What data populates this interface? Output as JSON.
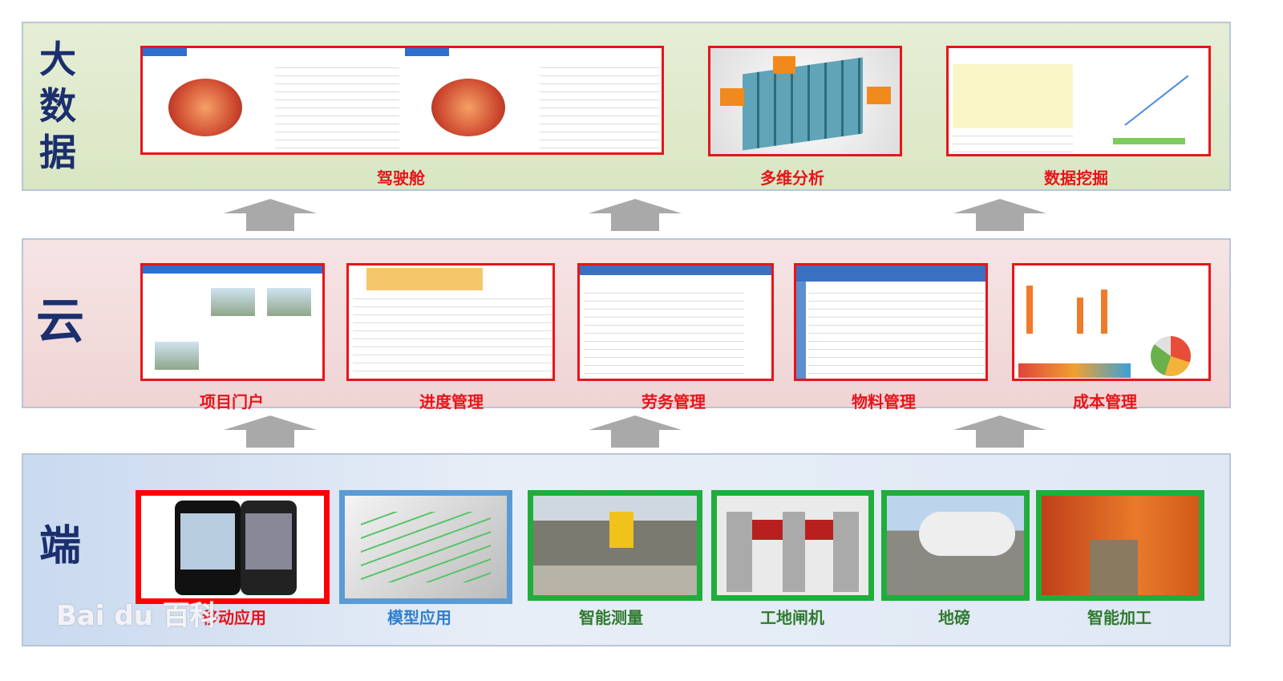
{
  "layers": [
    {
      "title": "大数据",
      "items": [
        "驾驶舱",
        "多维分析",
        "数据挖掘"
      ]
    },
    {
      "title": "云",
      "items": [
        "项目门户",
        "进度管理",
        "劳务管理",
        "物料管理",
        "成本管理"
      ]
    },
    {
      "title": "端",
      "items": [
        "移动应用",
        "模型应用",
        "智能测量",
        "工地闸机",
        "地磅",
        "智能加工"
      ]
    }
  ],
  "watermark": "Bai du 百科",
  "colors": {
    "red": "#e8141a",
    "blue": "#2e7fd0",
    "green": "#2f7a2f"
  }
}
